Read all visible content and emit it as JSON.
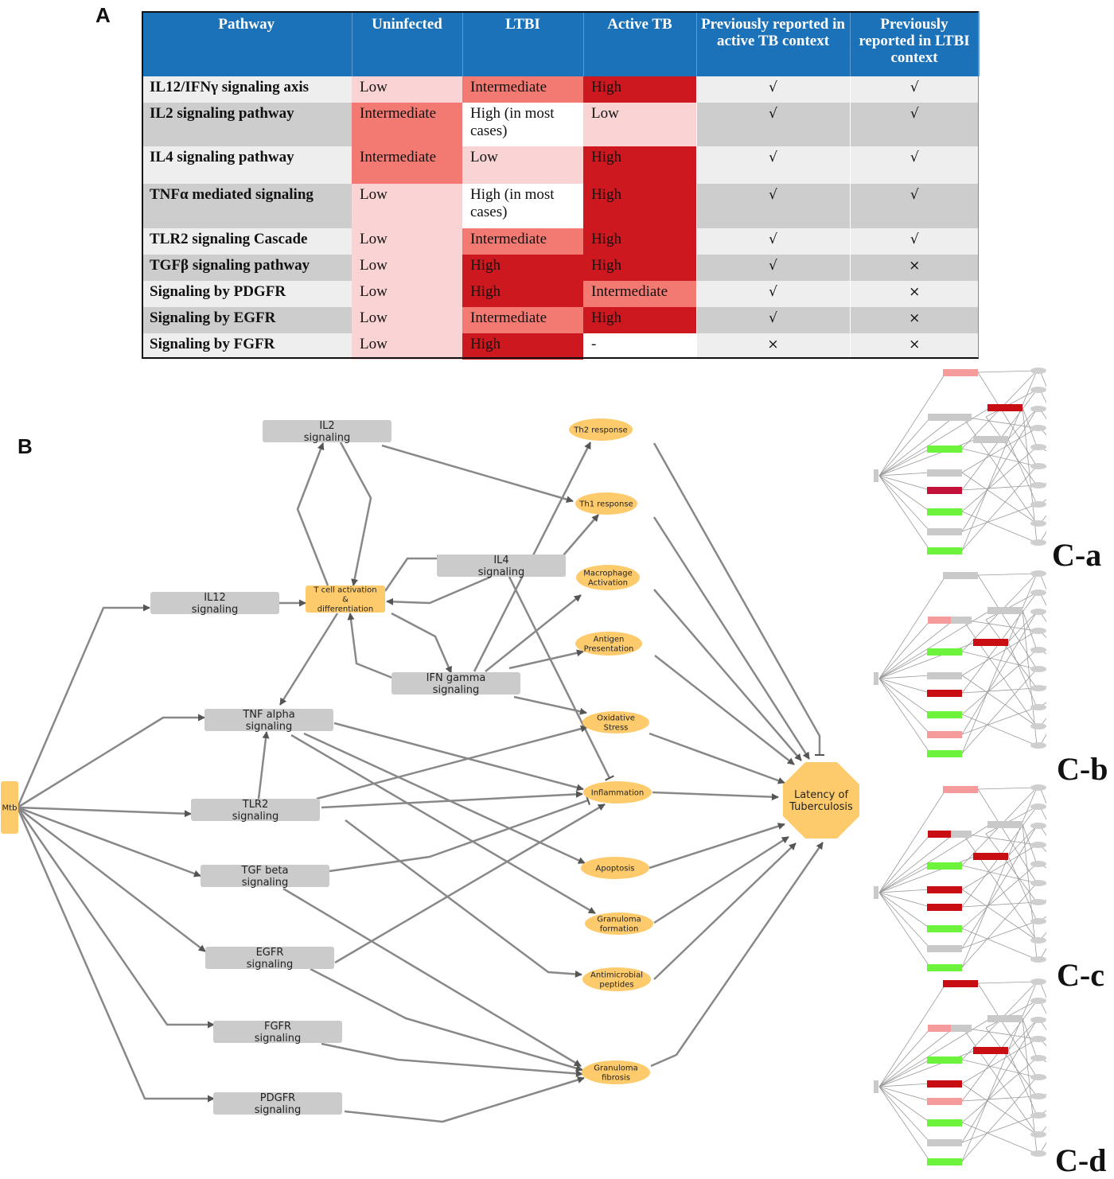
{
  "panel_labels": {
    "a": "A",
    "b": "B",
    "ca": "C-a",
    "cb": "C-b",
    "cc": "C-c",
    "cd": "C-d"
  },
  "table": {
    "headers": [
      "Pathway",
      "Uninfected",
      "LTBI",
      "Active TB",
      "Previously reported in active TB context",
      "Previously reported in LTBI context"
    ],
    "rows": [
      {
        "name": "IL12/IFNγ signaling axis",
        "uninfected": "Low",
        "ltbi": "Intermediate",
        "active": "High",
        "active_ctx": "√",
        "ltbi_ctx": "√"
      },
      {
        "name": "IL2 signaling pathway",
        "uninfected": "Intermediate",
        "ltbi": "High (in most cases)",
        "active": "Low",
        "active_ctx": "√",
        "ltbi_ctx": "√"
      },
      {
        "name": "IL4 signaling pathway",
        "uninfected": "Intermediate",
        "ltbi": "Low",
        "active": "High",
        "active_ctx": "√",
        "ltbi_ctx": "√"
      },
      {
        "name": "TNFα mediated signaling",
        "uninfected": "Low",
        "ltbi": "High (in most cases)",
        "active": "High",
        "active_ctx": "√",
        "ltbi_ctx": "√"
      },
      {
        "name": "TLR2 signaling Cascade",
        "uninfected": "Low",
        "ltbi": "Intermediate",
        "active": "High",
        "active_ctx": "√",
        "ltbi_ctx": "√"
      },
      {
        "name": "TGFβ signaling pathway",
        "uninfected": "Low",
        "ltbi": "High",
        "active": "High",
        "active_ctx": "√",
        "ltbi_ctx": "×"
      },
      {
        "name": "Signaling by PDGFR",
        "uninfected": "Low",
        "ltbi": "High",
        "active": "Intermediate",
        "active_ctx": "√",
        "ltbi_ctx": "×"
      },
      {
        "name": "Signaling by EGFR",
        "uninfected": "Low",
        "ltbi": "Intermediate",
        "active": "High",
        "active_ctx": "√",
        "ltbi_ctx": "×"
      },
      {
        "name": "Signaling by FGFR",
        "uninfected": "Low",
        "ltbi": "High",
        "active": "-",
        "active_ctx": "×",
        "ltbi_ctx": "×"
      }
    ]
  },
  "level_colors": {
    "Low": "#fad4d4",
    "Intermediate": "#f37a72",
    "High": "#cc181e",
    "-": "#ffffff"
  },
  "network": {
    "nodes": [
      {
        "id": "mtb",
        "label": "Mtb",
        "shape": "tall-rect",
        "kind": "source"
      },
      {
        "id": "il2",
        "label": "IL2 signaling",
        "shape": "rect",
        "kind": "signal"
      },
      {
        "id": "il12",
        "label": "IL12 signaling",
        "shape": "rect",
        "kind": "signal"
      },
      {
        "id": "tcell",
        "label": "T cell activation & differentiation",
        "shape": "rect",
        "kind": "process"
      },
      {
        "id": "il4",
        "label": "IL4 signaling",
        "shape": "rect",
        "kind": "signal"
      },
      {
        "id": "ifng",
        "label": "IFN gamma signaling",
        "shape": "rect",
        "kind": "signal"
      },
      {
        "id": "tnf",
        "label": "TNF alpha signaling",
        "shape": "rect",
        "kind": "signal"
      },
      {
        "id": "tlr2",
        "label": "TLR2 signaling",
        "shape": "rect",
        "kind": "signal"
      },
      {
        "id": "tgf",
        "label": "TGF beta signaling",
        "shape": "rect",
        "kind": "signal"
      },
      {
        "id": "egfr",
        "label": "EGFR signaling",
        "shape": "rect",
        "kind": "signal"
      },
      {
        "id": "fgfr",
        "label": "FGFR signaling",
        "shape": "rect",
        "kind": "signal"
      },
      {
        "id": "pdgfr",
        "label": "PDGFR signaling",
        "shape": "rect",
        "kind": "signal"
      },
      {
        "id": "th2",
        "label": "Th2 response",
        "shape": "ellipse",
        "kind": "outcome"
      },
      {
        "id": "th1",
        "label": "Th1 response",
        "shape": "ellipse",
        "kind": "outcome"
      },
      {
        "id": "macro",
        "label": "Macrophage Activation",
        "shape": "ellipse",
        "kind": "outcome"
      },
      {
        "id": "antigen",
        "label": "Antigen Presentation",
        "shape": "ellipse",
        "kind": "outcome"
      },
      {
        "id": "ox",
        "label": "Oxidative Stress",
        "shape": "ellipse",
        "kind": "outcome"
      },
      {
        "id": "infl",
        "label": "Inflammation",
        "shape": "ellipse",
        "kind": "outcome"
      },
      {
        "id": "apop",
        "label": "Apoptosis",
        "shape": "ellipse",
        "kind": "outcome"
      },
      {
        "id": "granf",
        "label": "Granuloma formation",
        "shape": "ellipse",
        "kind": "outcome"
      },
      {
        "id": "amp",
        "label": "Antimicrobial peptides",
        "shape": "ellipse",
        "kind": "outcome"
      },
      {
        "id": "granfib",
        "label": "Granuloma fibrosis",
        "shape": "ellipse",
        "kind": "outcome"
      },
      {
        "id": "latency",
        "label": "Latency of Tuberculosis",
        "shape": "octagon",
        "kind": "sink"
      }
    ],
    "edges": [
      {
        "from": "mtb",
        "to": "il12",
        "type": "activate"
      },
      {
        "from": "mtb",
        "to": "tnf",
        "type": "activate"
      },
      {
        "from": "mtb",
        "to": "tlr2",
        "type": "activate"
      },
      {
        "from": "mtb",
        "to": "tgf",
        "type": "activate"
      },
      {
        "from": "mtb",
        "to": "egfr",
        "type": "activate"
      },
      {
        "from": "mtb",
        "to": "fgfr",
        "type": "activate"
      },
      {
        "from": "mtb",
        "to": "pdgfr",
        "type": "activate"
      },
      {
        "from": "il12",
        "to": "tcell",
        "type": "activate"
      },
      {
        "from": "tcell",
        "to": "il2",
        "type": "activate"
      },
      {
        "from": "il2",
        "to": "tcell",
        "type": "activate"
      },
      {
        "from": "il2",
        "to": "th1",
        "type": "activate"
      },
      {
        "from": "tcell",
        "to": "il4",
        "type": "activate"
      },
      {
        "from": "il4",
        "to": "tcell",
        "type": "activate"
      },
      {
        "from": "tcell",
        "to": "ifng",
        "type": "activate"
      },
      {
        "from": "ifng",
        "to": "tcell",
        "type": "activate"
      },
      {
        "from": "tcell",
        "to": "tnf",
        "type": "activate"
      },
      {
        "from": "il4",
        "to": "th1",
        "type": "activate"
      },
      {
        "from": "il4",
        "to": "infl",
        "type": "inhibit"
      },
      {
        "from": "ifng",
        "to": "th2",
        "type": "activate"
      },
      {
        "from": "ifng",
        "to": "macro",
        "type": "activate"
      },
      {
        "from": "ifng",
        "to": "antigen",
        "type": "activate"
      },
      {
        "from": "ifng",
        "to": "ox",
        "type": "activate"
      },
      {
        "from": "tlr2",
        "to": "tnf",
        "type": "activate"
      },
      {
        "from": "tnf",
        "to": "infl",
        "type": "activate"
      },
      {
        "from": "tnf",
        "to": "apop",
        "type": "activate"
      },
      {
        "from": "tnf",
        "to": "granf",
        "type": "activate"
      },
      {
        "from": "tlr2",
        "to": "ox",
        "type": "activate"
      },
      {
        "from": "tlr2",
        "to": "infl",
        "type": "activate"
      },
      {
        "from": "tlr2",
        "to": "amp",
        "type": "activate"
      },
      {
        "from": "tgf",
        "to": "infl",
        "type": "inhibit"
      },
      {
        "from": "tgf",
        "to": "granfib",
        "type": "activate"
      },
      {
        "from": "egfr",
        "to": "infl",
        "type": "activate"
      },
      {
        "from": "egfr",
        "to": "granfib",
        "type": "activate"
      },
      {
        "from": "fgfr",
        "to": "granfib",
        "type": "activate"
      },
      {
        "from": "pdgfr",
        "to": "granfib",
        "type": "activate"
      },
      {
        "from": "th2",
        "to": "latency",
        "type": "inhibit"
      },
      {
        "from": "th1",
        "to": "latency",
        "type": "activate"
      },
      {
        "from": "macro",
        "to": "latency",
        "type": "activate"
      },
      {
        "from": "antigen",
        "to": "latency",
        "type": "activate"
      },
      {
        "from": "ox",
        "to": "latency",
        "type": "activate"
      },
      {
        "from": "infl",
        "to": "latency",
        "type": "activate"
      },
      {
        "from": "apop",
        "to": "latency",
        "type": "activate"
      },
      {
        "from": "granf",
        "to": "latency",
        "type": "activate"
      },
      {
        "from": "amp",
        "to": "latency",
        "type": "activate"
      },
      {
        "from": "granfib",
        "to": "latency",
        "type": "activate"
      }
    ]
  },
  "mini_networks": [
    {
      "id": "C-a",
      "node_states": [
        "pink",
        "gray",
        "gray",
        "red",
        "gray",
        "green",
        "gray",
        "darkred",
        "green",
        "gray",
        "green"
      ]
    },
    {
      "id": "C-b",
      "node_states": [
        "gray",
        "pink",
        "gray",
        "gray",
        "red",
        "green",
        "gray",
        "red",
        "green",
        "pink",
        "green"
      ]
    },
    {
      "id": "C-c",
      "node_states": [
        "pink",
        "red",
        "gray",
        "gray",
        "red",
        "green",
        "red",
        "red",
        "green",
        "gray",
        "green"
      ]
    },
    {
      "id": "C-d",
      "node_states": [
        "red",
        "pink",
        "gray",
        "gray",
        "red",
        "green",
        "red",
        "pink",
        "green",
        "gray",
        "green"
      ]
    }
  ],
  "mini_colors": {
    "gray": "#c9c9c9",
    "pink": "#f69b9b",
    "red": "#c80e12",
    "darkred": "#c3123a",
    "green": "#6df33c"
  }
}
